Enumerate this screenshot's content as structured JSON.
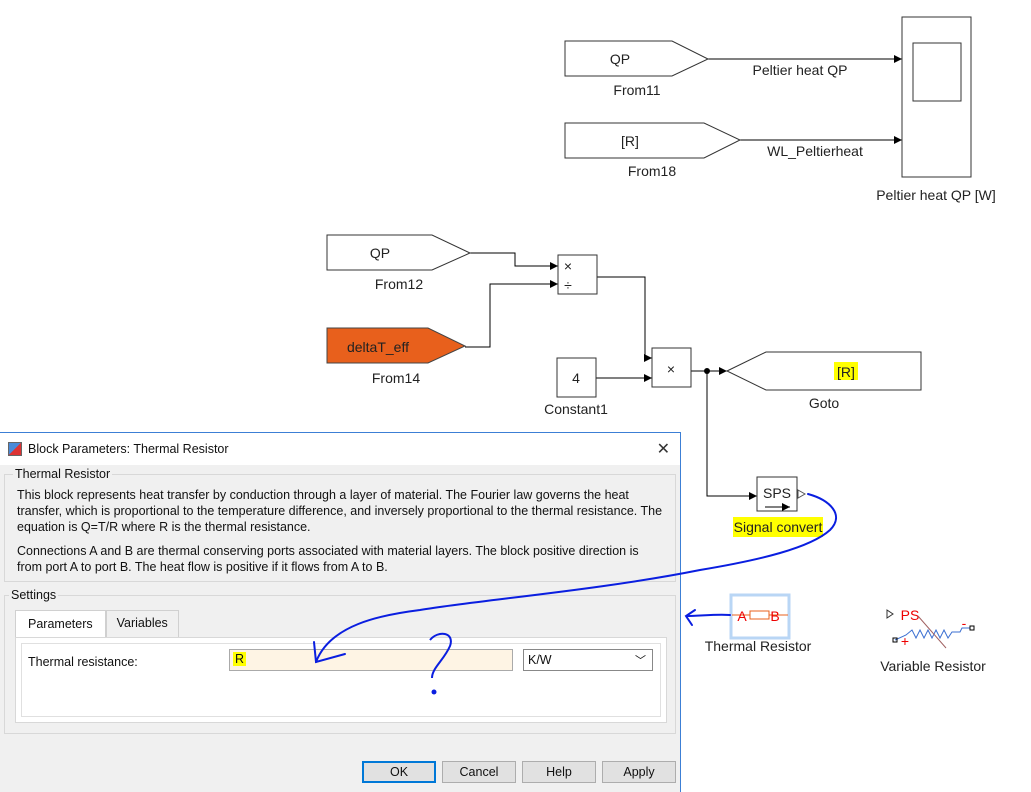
{
  "diagram": {
    "from11": {
      "tag": "QP",
      "name": "From11"
    },
    "from18": {
      "tag": "[R]",
      "name": "From18"
    },
    "signal1": "Peltier heat QP",
    "signal2": "WL_Peltierheat",
    "scope": {
      "name": "Peltier heat QP [W]"
    },
    "from12": {
      "tag": "QP",
      "name": "From12"
    },
    "from14": {
      "tag": "deltaT_eff",
      "name": "From14",
      "color": "#E8601C"
    },
    "divide": {
      "op1": "×",
      "op2": "÷"
    },
    "product": {
      "op": "×"
    },
    "constant": {
      "value": "4",
      "name": "Constant1"
    },
    "goto": {
      "tag": "[R]",
      "name": "Goto"
    },
    "sps": {
      "text": "SPS",
      "name": "Signal convert"
    },
    "thermal_resistor": {
      "a": "A",
      "b": "B",
      "name": "Thermal Resistor"
    },
    "variable_resistor": {
      "ps": "PS",
      "plus": "+",
      "minus": "-",
      "name": "Variable Resistor"
    }
  },
  "dialog": {
    "title": "Block Parameters: Thermal Resistor",
    "group1": "Thermal Resistor",
    "desc1": "This block represents heat transfer by conduction through a layer of material. The Fourier law governs the heat transfer, which is proportional to the temperature difference, and inversely proportional to the thermal resistance. The equation is Q=T/R where R is the thermal resistance.",
    "desc2": "Connections A and B are thermal conserving ports associated with material layers. The block positive direction is from port A to port B. The heat flow is positive if it flows from A to B.",
    "group2": "Settings",
    "tabs": [
      "Parameters",
      "Variables"
    ],
    "param_label": "Thermal resistance:",
    "param_value": "R",
    "unit": "K/W",
    "buttons": {
      "ok": "OK",
      "cancel": "Cancel",
      "help": "Help",
      "apply": "Apply"
    }
  },
  "annotation": {
    "question": "?"
  }
}
